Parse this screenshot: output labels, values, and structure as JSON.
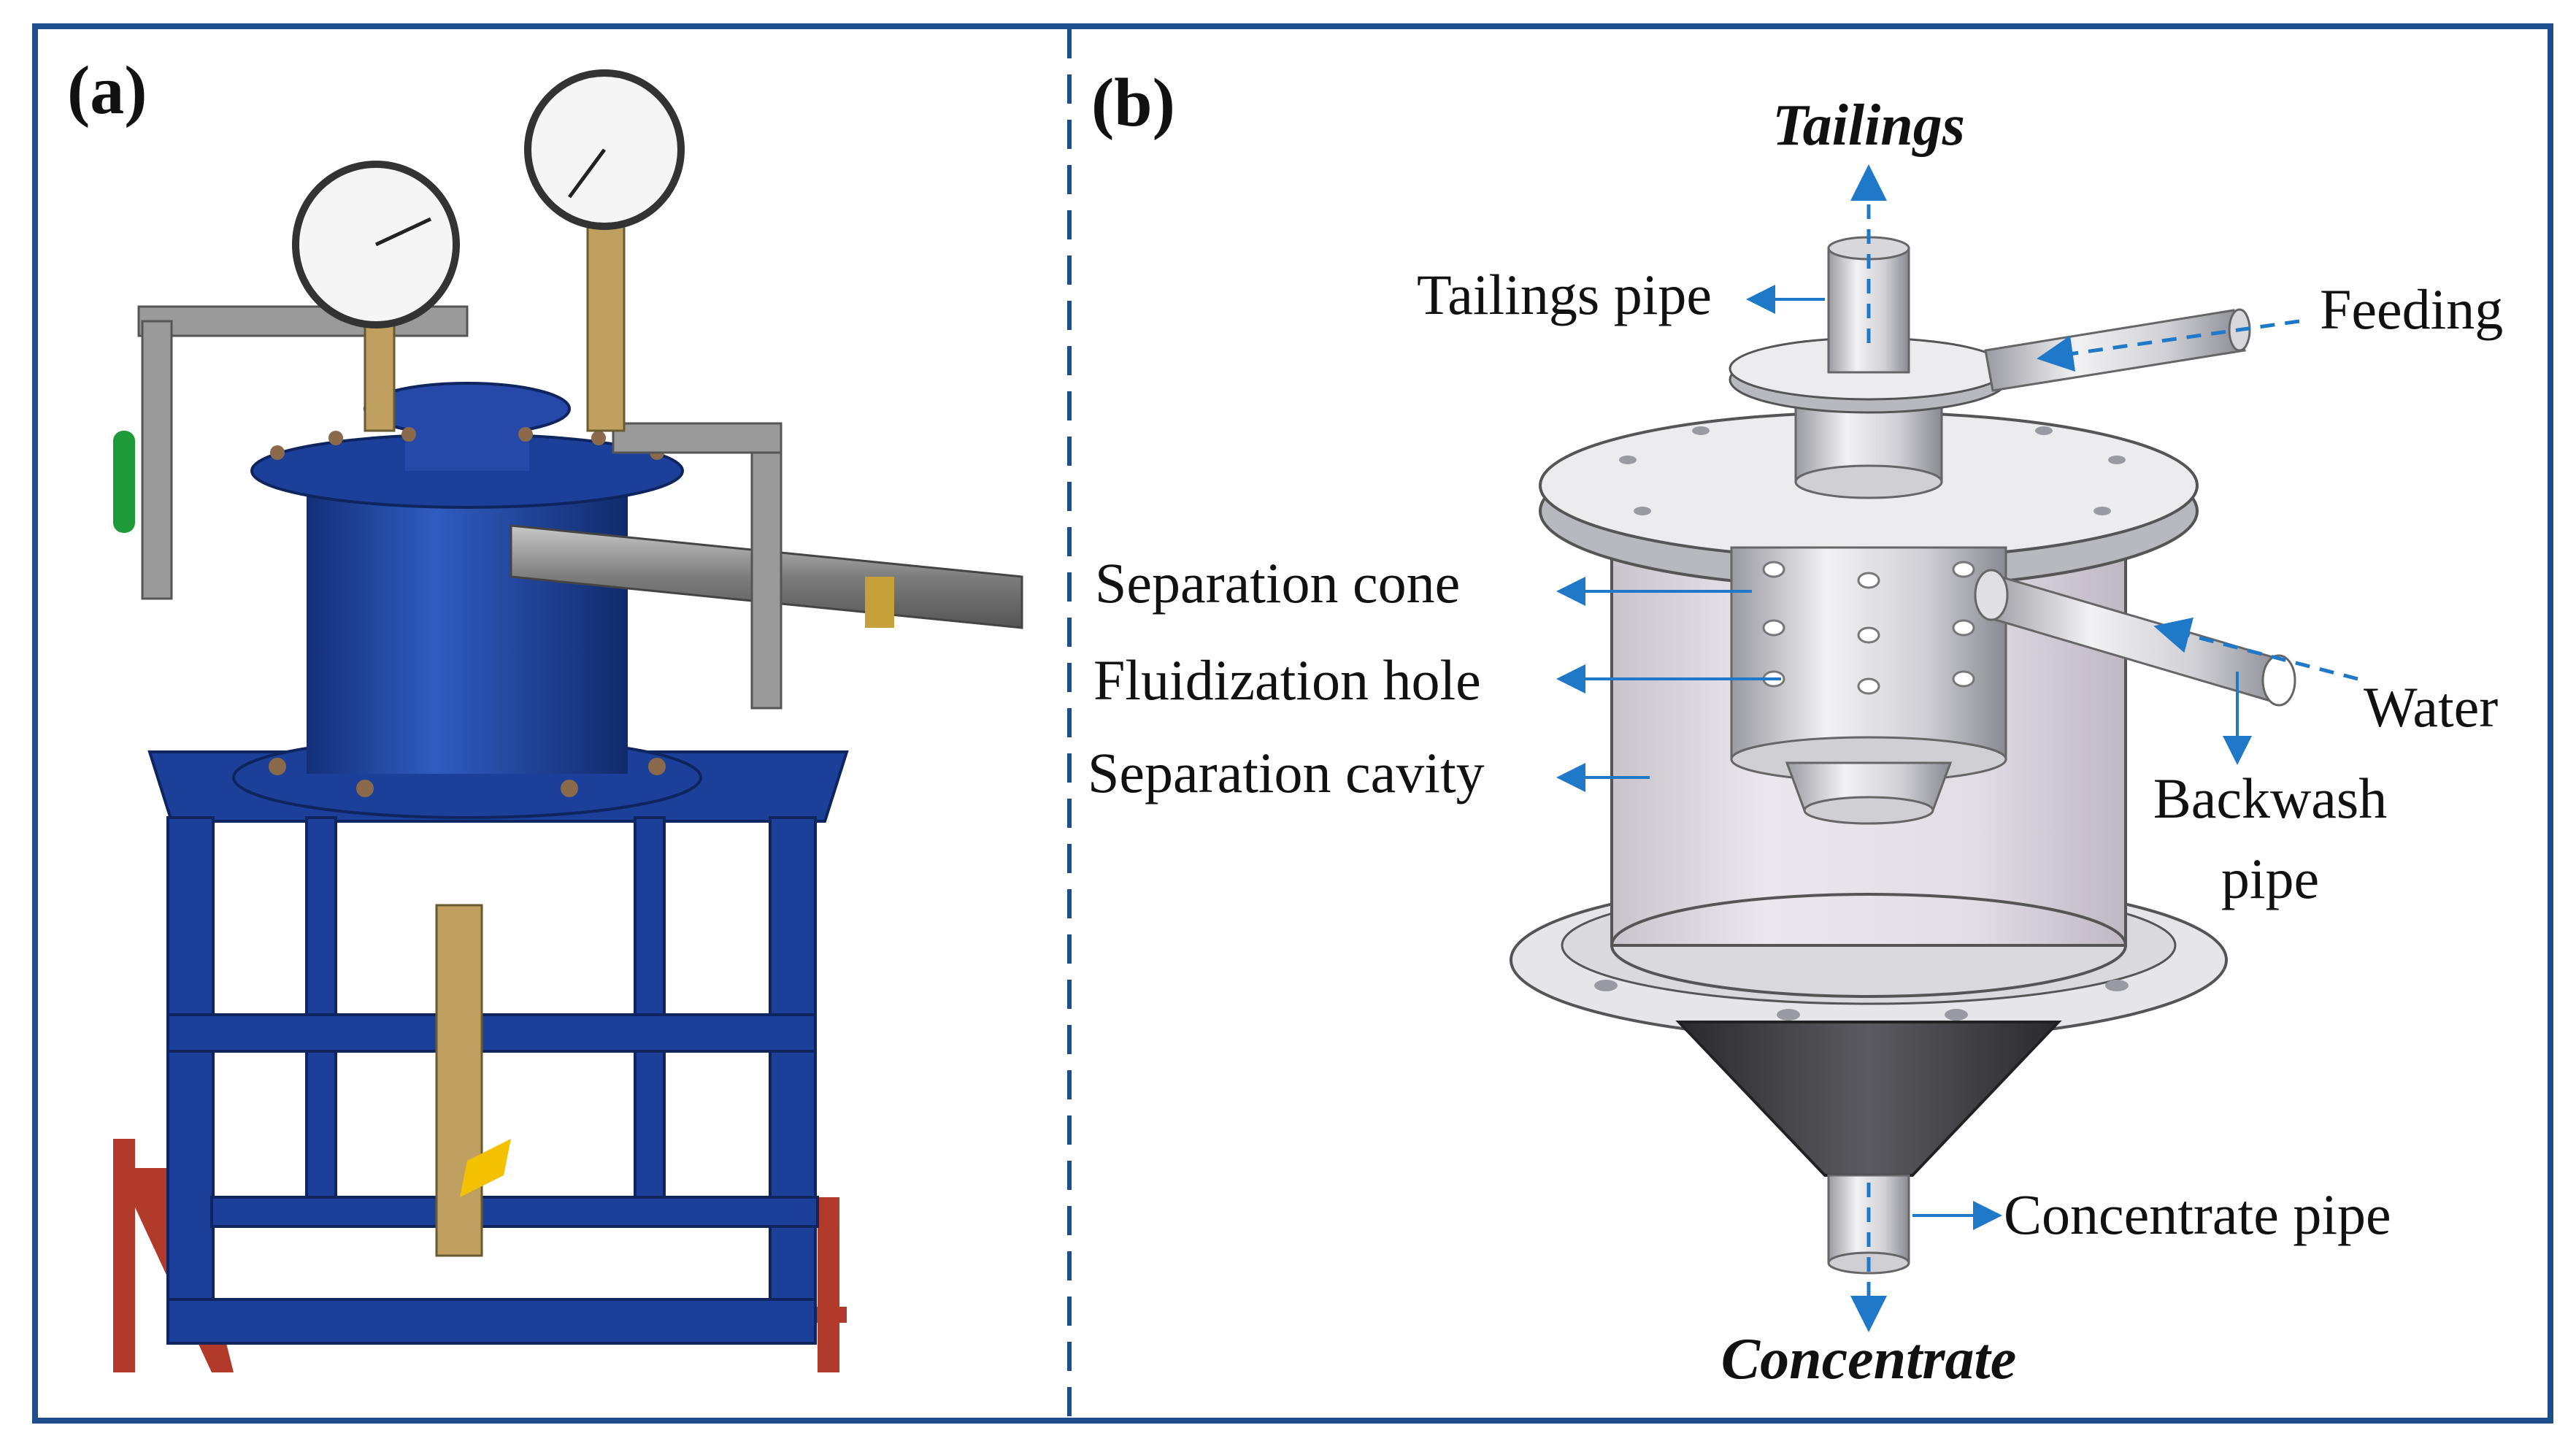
{
  "panels": {
    "a": {
      "label": "(a)"
    },
    "b": {
      "label": "(b)"
    }
  },
  "labels": {
    "tailings": "Tailings",
    "tailings_pipe": "Tailings pipe",
    "feeding": "Feeding",
    "separation_cone": "Separation cone",
    "fluidization_hole": "Fluidization hole",
    "separation_cavity": "Separation cavity",
    "water": "Water",
    "backwash_pipe_line1": "Backwash",
    "backwash_pipe_line2": "pipe",
    "concentrate_pipe": "Concentrate pipe",
    "concentrate": "Concentrate"
  },
  "colors": {
    "frame": "#1f4e8c",
    "divider": "#1f4e8c",
    "arrow": "#1f78c8",
    "apparatus_blue": "#1c3f9a",
    "stand_red": "#b23a2a",
    "steel_light": "#e6e6e9",
    "steel_dark": "#8a8a92",
    "cone_dark": "#3c3c40"
  }
}
